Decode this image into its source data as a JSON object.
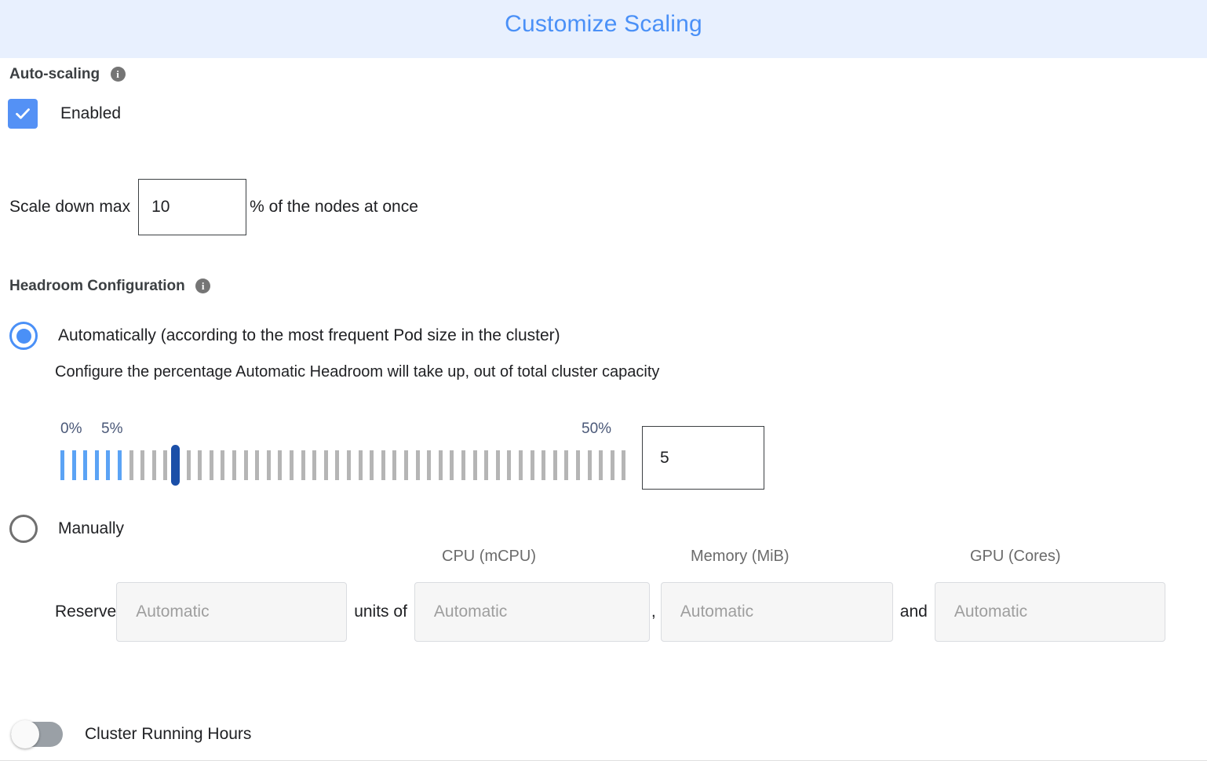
{
  "header": {
    "title": "Customize Scaling",
    "background": "#e8f0fe",
    "title_color": "#4a90f7"
  },
  "autoscaling": {
    "section_label": "Auto-scaling",
    "info_glyph": "i",
    "checkbox_label": "Enabled",
    "checkbox_checked": true,
    "checkbox_color": "#5491f5"
  },
  "scale_down": {
    "prefix_label": "Scale down max",
    "value": "10",
    "suffix_label": "% of the nodes at once"
  },
  "headroom": {
    "section_label": "Headroom Configuration",
    "info_glyph": "i",
    "option_auto_label": "Automatically (according to the most frequent Pod size in the cluster)",
    "option_auto_selected": true,
    "description": "Configure the percentage Automatic Headroom will take up, out of total cluster capacity",
    "option_manual_label": "Manually",
    "option_manual_selected": false,
    "accent_color": "#4a90f7"
  },
  "slider": {
    "min_label": "0%",
    "current_label": "5%",
    "max_label": "50%",
    "min": 0,
    "max": 50,
    "value": 5,
    "tick_count": 50,
    "active_tick_color": "#5ba3f5",
    "inactive_tick_color": "#b5b5b5",
    "thumb_color": "#1b4fa8",
    "value_input": "5"
  },
  "manual_reserve": {
    "column_headers": {
      "cpu": "CPU (mCPU)",
      "memory": "Memory (MiB)",
      "gpu": "GPU (Cores)"
    },
    "reserve_word": "Reserve",
    "units_word": "units of",
    "comma": ",",
    "and_word": "and",
    "fields": {
      "count_placeholder": "Automatic",
      "count_value": "",
      "cpu_placeholder": "Automatic",
      "cpu_value": "",
      "memory_placeholder": "Automatic",
      "memory_value": "",
      "gpu_placeholder": "Automatic",
      "gpu_value": ""
    }
  },
  "cluster_running_hours": {
    "label": "Cluster Running Hours",
    "enabled": false
  }
}
